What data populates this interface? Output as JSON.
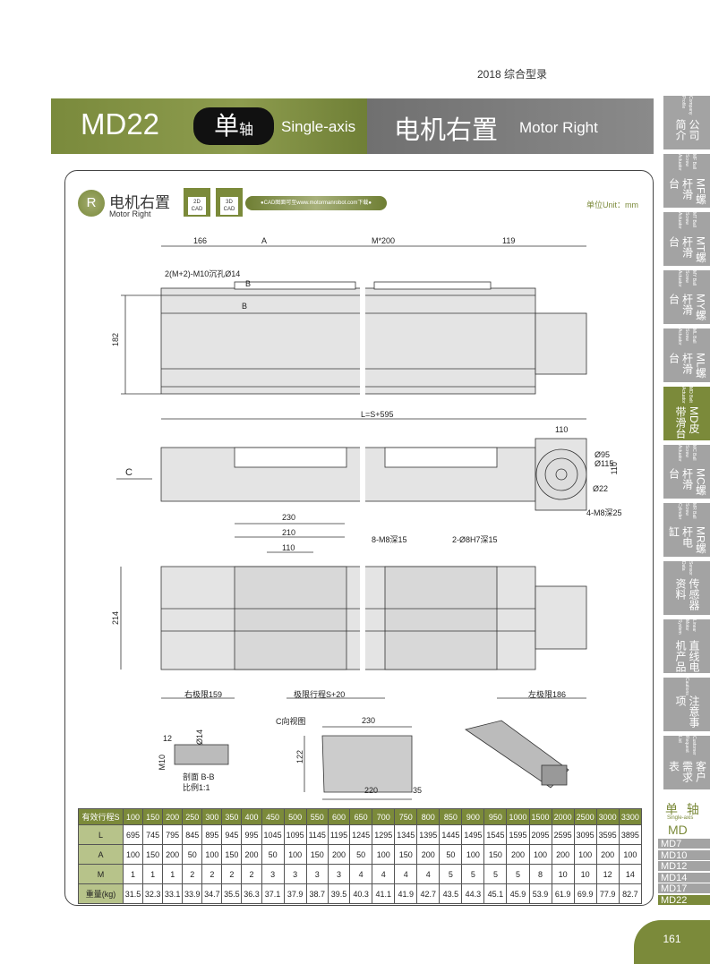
{
  "header": {
    "year": "2018  综合型录",
    "model": "MD22",
    "axis_cn": "单",
    "axis_cn2": "轴",
    "axis_en": "Single-axis",
    "motor_cn": "电机右置",
    "motor_en": "Motor Right"
  },
  "section": {
    "badge": "R",
    "title_cn": "电机右置",
    "title_en": "Motor Right",
    "cad2d": "2D CAD",
    "cad3d": "3D CAD",
    "cad_link": "●CAD图面可至www.motormanrobot.com下载●",
    "unit": "单位Unit：mm"
  },
  "side_tabs": [
    {
      "en": "Company Profile",
      "cn": "公司简介"
    },
    {
      "en": "MF Ball Screw Actuator",
      "cn": "MF螺杆滑台"
    },
    {
      "en": "MT Ball Screw Actuator",
      "cn": "MT螺杆滑台"
    },
    {
      "en": "MY Ball Screw Actuator",
      "cn": "MY螺杆滑台"
    },
    {
      "en": "ML Ball Screw Actuator",
      "cn": "ML螺杆滑台"
    },
    {
      "en": "MD Belt Actuator",
      "cn": "MD皮带滑台"
    },
    {
      "en": "MC Ball Screw Actuator",
      "cn": "MC螺杆滑台"
    },
    {
      "en": "MR Ball Screw Cylinder",
      "cn": "MR螺杆电缸"
    },
    {
      "en": "Sensor Data",
      "cn": "传感器资料"
    },
    {
      "en": "Linear Motor System",
      "cn": "直线电机产品"
    },
    {
      "en": "Cautions",
      "cn": "注意事项"
    },
    {
      "en": "Customer Request List",
      "cn": "客户需求表"
    }
  ],
  "drawing": {
    "top": {
      "d166": "166",
      "dA": "A",
      "dM200": "M*200",
      "d119": "119",
      "hole": "2(M+2)-M10沉孔Ø14",
      "b1": "B",
      "b2": "B",
      "d182": "182"
    },
    "side": {
      "L": "L=S+595",
      "d110": "110",
      "c": "C",
      "d95": "Ø95",
      "d115": "Ø115",
      "d22": "Ø22",
      "d110v": "110",
      "screw": "4-M8深25"
    },
    "plan": {
      "d230": "230",
      "d210": "210",
      "d110": "110",
      "m8": "8-M8深15",
      "pin": "2-Ø8H7深15",
      "d214": "214",
      "right": "右极限159",
      "stroke": "极限行程S+20",
      "left": "左极限186"
    },
    "section_bb": {
      "d12": "12",
      "d14": "Ø14",
      "m10": "M10",
      "title": "剖面 B-B",
      "scale": "比例1:1"
    },
    "cview": {
      "title": "C向视图",
      "d230": "230",
      "d122": "122",
      "d220": "220",
      "d35": "35"
    }
  },
  "table": {
    "header": [
      "有效行程S",
      "100",
      "150",
      "200",
      "250",
      "300",
      "350",
      "400",
      "450",
      "500",
      "550",
      "600",
      "650",
      "700",
      "750",
      "800",
      "850",
      "900",
      "950",
      "1000",
      "1500",
      "2000",
      "2500",
      "3000",
      "3300"
    ],
    "rows": [
      [
        "L",
        "695",
        "745",
        "795",
        "845",
        "895",
        "945",
        "995",
        "1045",
        "1095",
        "1145",
        "1195",
        "1245",
        "1295",
        "1345",
        "1395",
        "1445",
        "1495",
        "1545",
        "1595",
        "2095",
        "2595",
        "3095",
        "3595",
        "3895"
      ],
      [
        "A",
        "100",
        "150",
        "200",
        "50",
        "100",
        "150",
        "200",
        "50",
        "100",
        "150",
        "200",
        "50",
        "100",
        "150",
        "200",
        "50",
        "100",
        "150",
        "200",
        "100",
        "200",
        "100",
        "200",
        "100"
      ],
      [
        "M",
        "1",
        "1",
        "1",
        "2",
        "2",
        "2",
        "2",
        "3",
        "3",
        "3",
        "3",
        "4",
        "4",
        "4",
        "4",
        "5",
        "5",
        "5",
        "5",
        "8",
        "10",
        "10",
        "12",
        "14"
      ],
      [
        "重量(kg)",
        "31.5",
        "32.3",
        "33.1",
        "33.9",
        "34.7",
        "35.5",
        "36.3",
        "37.1",
        "37.9",
        "38.7",
        "39.5",
        "40.3",
        "41.1",
        "41.9",
        "42.7",
        "43.5",
        "44.3",
        "45.1",
        "45.9",
        "53.9",
        "61.9",
        "69.9",
        "77.9",
        "82.7"
      ]
    ]
  },
  "side_nav": {
    "cn": "单 轴",
    "en": "Single-axis",
    "family": "MD",
    "models": [
      "MD7",
      "MD10",
      "MD12",
      "MD14",
      "MD17",
      "MD22"
    ]
  },
  "page_number": "161",
  "colors": {
    "accent": "#7b8a3a",
    "tab_gray": "#a3a3a3",
    "header_gray": "#7d7d7d"
  }
}
